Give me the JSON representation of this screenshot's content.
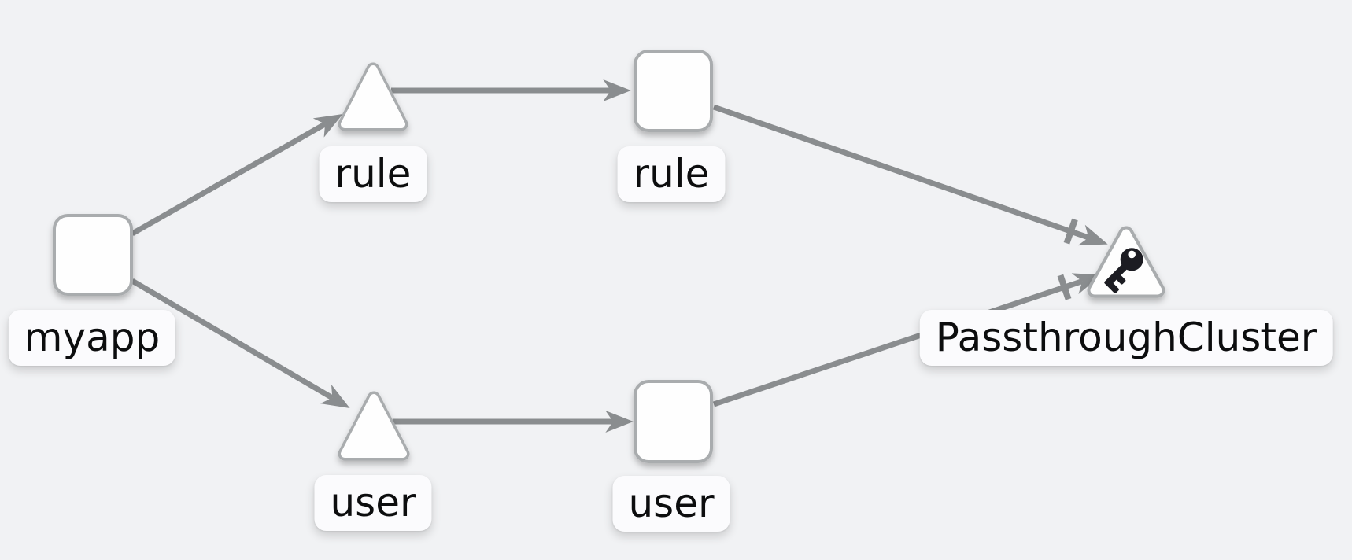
{
  "diagram": {
    "type": "service-graph",
    "nodes": {
      "myapp": {
        "label": "myapp",
        "shape": "round-square"
      },
      "rule_service": {
        "label": "rule",
        "shape": "triangle"
      },
      "rule_workload": {
        "label": "rule",
        "shape": "round-square"
      },
      "user_service": {
        "label": "user",
        "shape": "triangle"
      },
      "user_workload": {
        "label": "user",
        "shape": "round-square"
      },
      "passthrough_cluster": {
        "label": "PassthroughCluster",
        "shape": "triangle",
        "icon": "key-icon"
      }
    },
    "edges": [
      {
        "from": "myapp",
        "to": "rule_service",
        "marker": "arrow"
      },
      {
        "from": "rule_service",
        "to": "rule_workload",
        "marker": "arrow"
      },
      {
        "from": "rule_workload",
        "to": "passthrough_cluster",
        "marker": "arrow-with-tee"
      },
      {
        "from": "myapp",
        "to": "user_service",
        "marker": "arrow"
      },
      {
        "from": "user_service",
        "to": "user_workload",
        "marker": "arrow"
      },
      {
        "from": "user_workload",
        "to": "passthrough_cluster",
        "marker": "arrow-with-tee"
      }
    ],
    "colors": {
      "background": "#f1f2f4",
      "edge": "#8a8d8f",
      "node_border": "#a9acae",
      "node_fill": "#fefefe",
      "label_background": "#fbfbfd",
      "label_text": "#0c0d0e",
      "key_icon": "#1a1d21"
    }
  }
}
